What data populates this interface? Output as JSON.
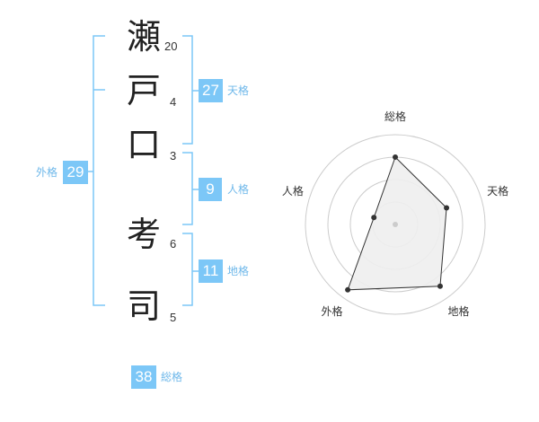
{
  "name": {
    "characters": [
      {
        "char": "瀬",
        "strokes": "20"
      },
      {
        "char": "戸",
        "strokes": "4"
      },
      {
        "char": "口",
        "strokes": "3"
      },
      {
        "char": "考",
        "strokes": "6"
      },
      {
        "char": "司",
        "strokes": "5"
      }
    ]
  },
  "fortunes": {
    "tenkaku": {
      "value": "27",
      "label": "天格"
    },
    "jinkaku": {
      "value": "9",
      "label": "人格"
    },
    "chikaku": {
      "value": "11",
      "label": "地格"
    },
    "gaikaku": {
      "value": "29",
      "label": "外格"
    },
    "soukaku": {
      "value": "38",
      "label": "総格"
    }
  },
  "colors": {
    "accent": "#7cc7f7",
    "accent_text": "#6fb8ea",
    "polygon_fill": "#eeeeee",
    "ring": "#cccccc"
  },
  "chart_data": {
    "type": "radar",
    "axes": [
      "総格",
      "天格",
      "地格",
      "外格",
      "人格"
    ],
    "values": [
      0.75,
      0.6,
      0.85,
      0.9,
      0.25
    ],
    "range": [
      0,
      1
    ],
    "rings": 4
  }
}
